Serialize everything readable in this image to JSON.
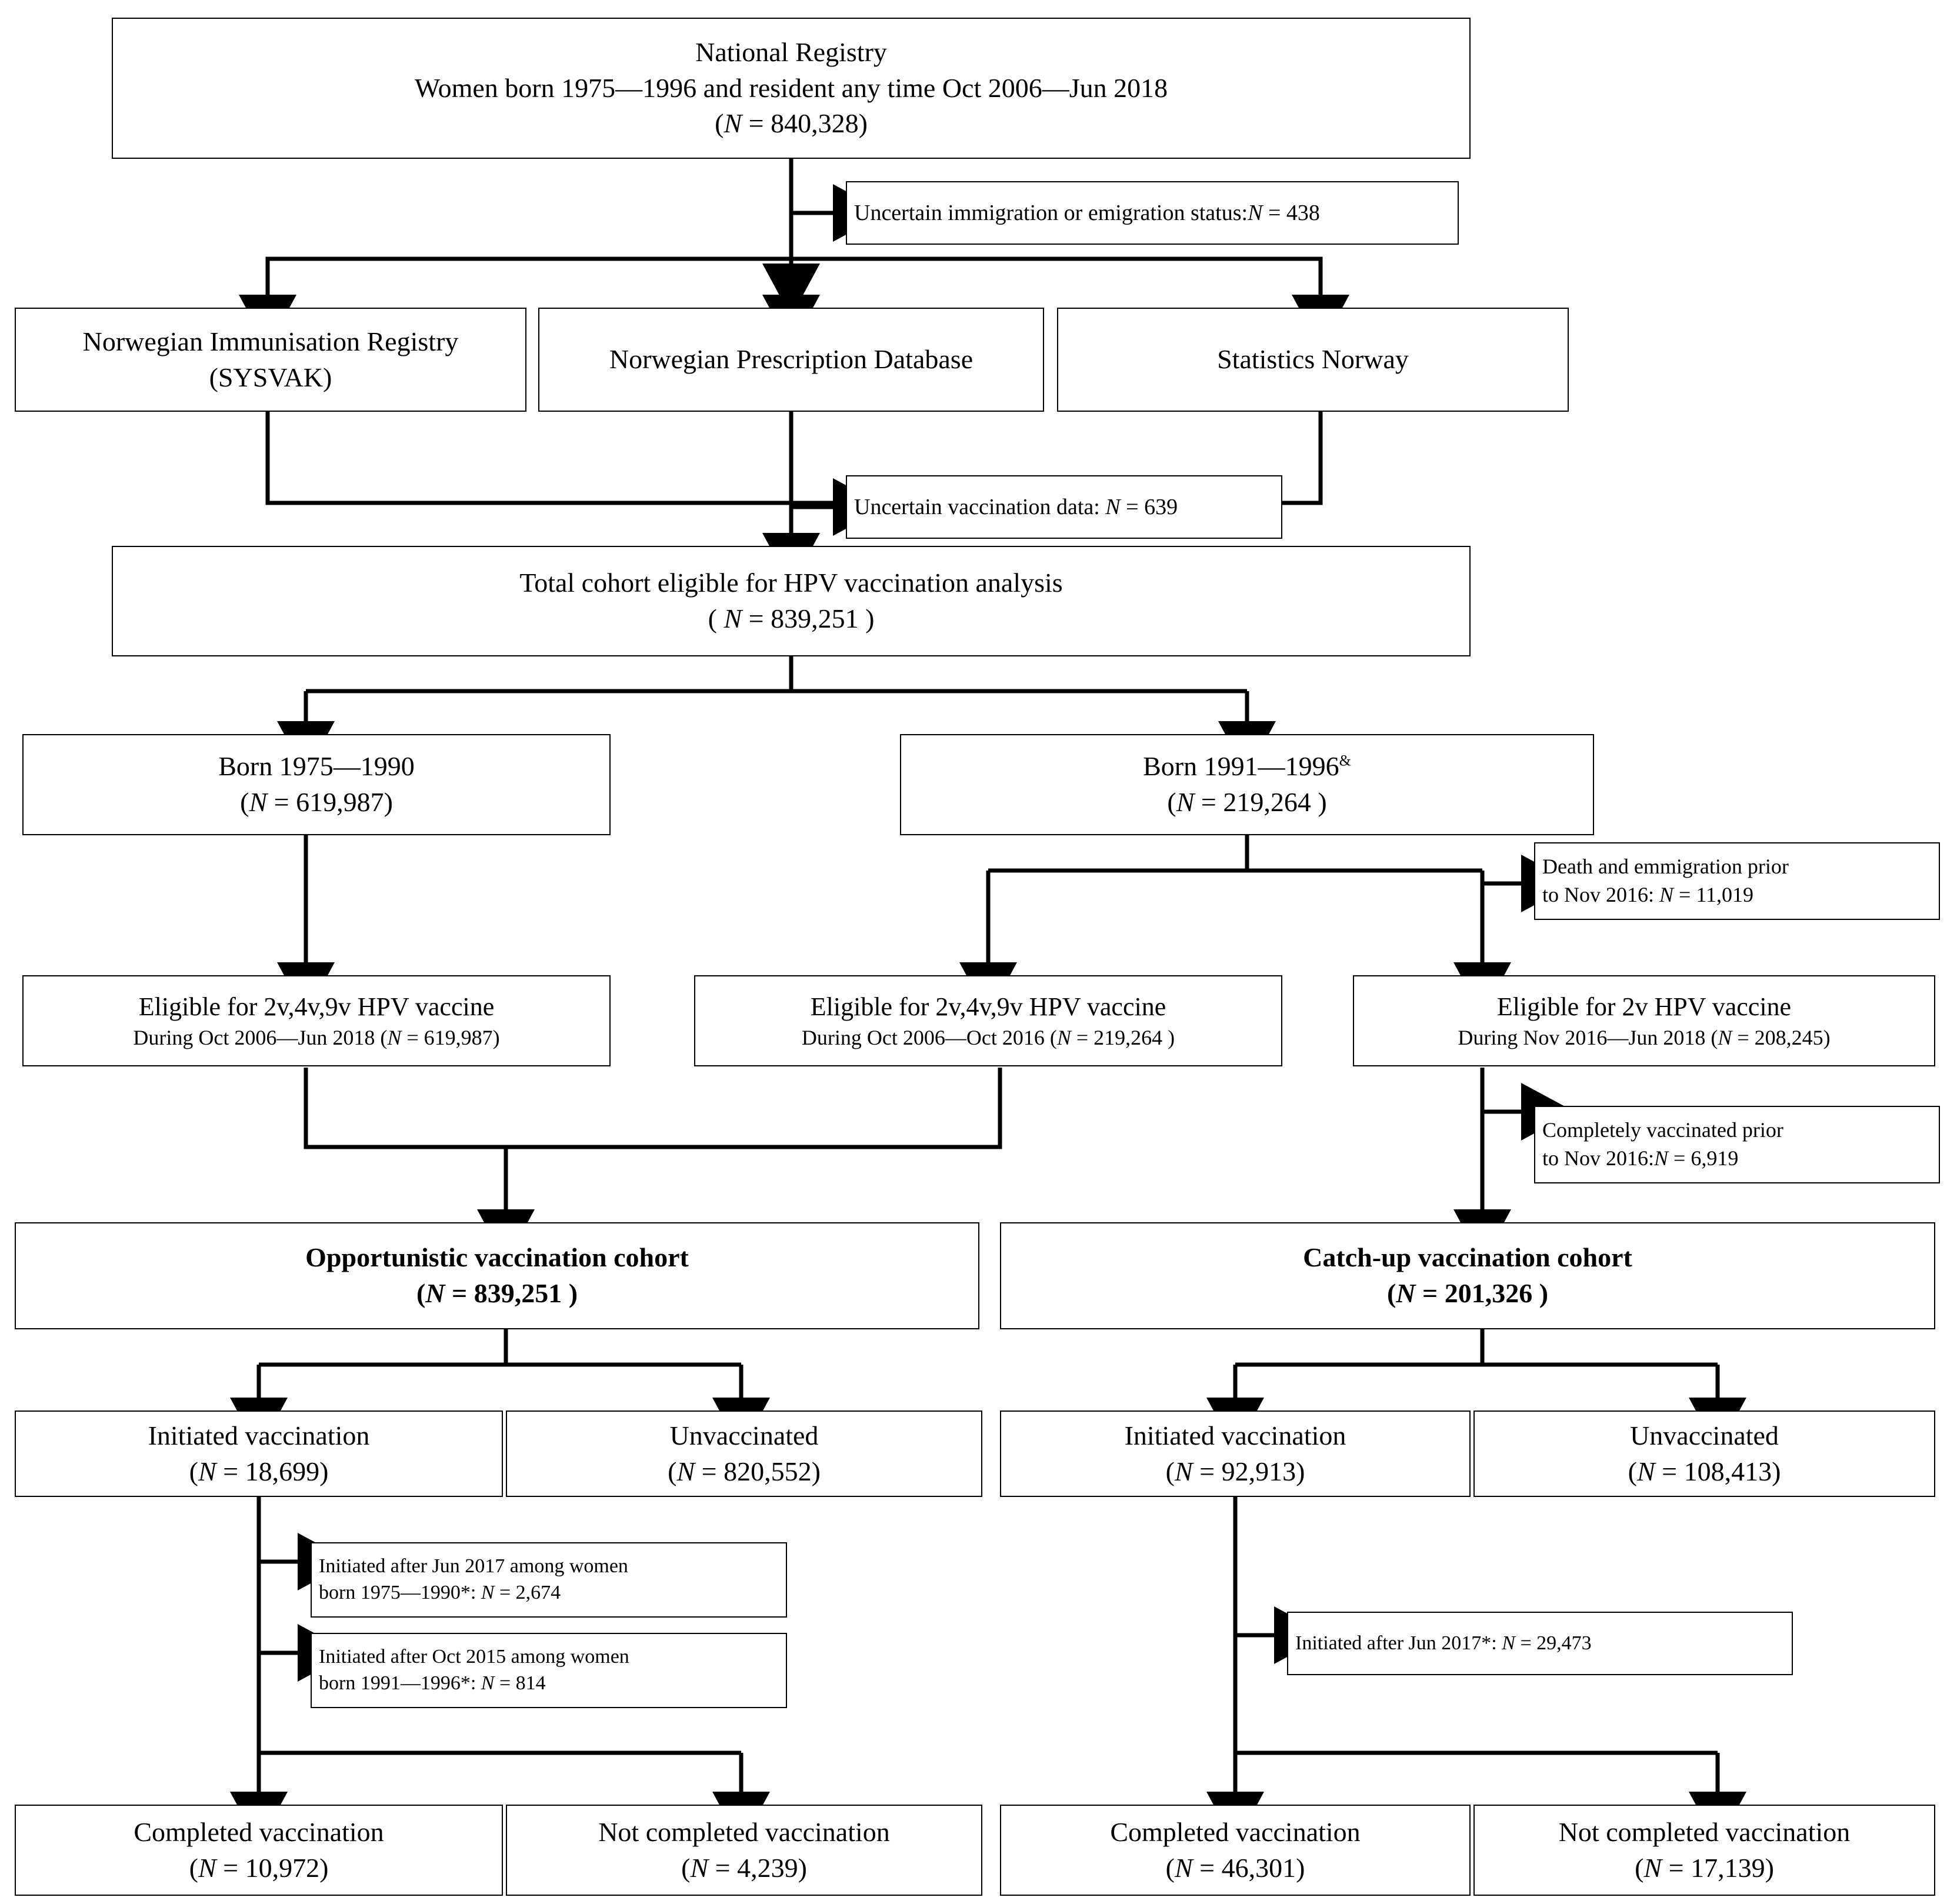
{
  "figure": {
    "type": "flowchart",
    "title": "HPV vaccination cohort flow diagram",
    "background": "#ffffff",
    "line_color": "#000000",
    "text_color": "#000000"
  },
  "nodes": {
    "national_registry": {
      "line1": "National Registry",
      "line2": "Women born 1975—1996 and resident any time  Oct 2006—Jun 2018",
      "line3": "(N = 840,328)"
    },
    "excl_immigration": {
      "line1": "Uncertain immigration or emigration status:N = 438"
    },
    "sysvak": {
      "line1": "Norwegian Immunisation Registry",
      "line2": "(SYSVAK)"
    },
    "prescription_db": {
      "line1": "Norwegian Prescription Database"
    },
    "statistics_norway": {
      "line1": "Statistics Norway"
    },
    "excl_vaccination_data": {
      "line1": "Uncertain vaccination data: N = 639"
    },
    "total_cohort": {
      "line1": "Total cohort eligible for HPV vaccination analysis",
      "line2": "( N = 839,251 )"
    },
    "born_1975_1990": {
      "line1": "Born 1975—1990",
      "line2": "(N = 619,987)"
    },
    "born_1991_1996": {
      "line1": "Born 1991—1996",
      "superscript": "&",
      "line2": "(N = 219,264 )"
    },
    "excl_death_emigration": {
      "line1": "Death and emmigration prior",
      "line2": "to Nov 2016: N = 11,019"
    },
    "eligible_left": {
      "line1": "Eligible for 2v,4v,9v HPV vaccine",
      "line2": "During Oct 2006—Jun 2018 (N = 619,987)"
    },
    "eligible_mid": {
      "line1": "Eligible for 2v,4v,9v HPV vaccine",
      "line2": "During Oct 2006—Oct 2016 (N = 219,264 )"
    },
    "eligible_right": {
      "line1": "Eligible for 2v HPV vaccine",
      "line2": "During Nov 2016—Jun 2018 (N = 208,245)"
    },
    "excl_completely_vaccinated": {
      "line1": "Completely vaccinated prior",
      "line2": "to Nov 2016:N = 6,919"
    },
    "opportunistic_cohort": {
      "line1": "Opportunistic vaccination cohort",
      "line2": "(N = 839,251 )"
    },
    "catchup_cohort": {
      "line1": "Catch-up vaccination cohort",
      "line2": "(N = 201,326 )"
    },
    "opp_initiated": {
      "line1": "Initiated vaccination",
      "line2": "(N = 18,699)"
    },
    "opp_unvaccinated": {
      "line1": "Unvaccinated",
      "line2": "(N = 820,552)"
    },
    "catch_initiated": {
      "line1": "Initiated vaccination",
      "line2": "(N = 92,913)"
    },
    "catch_unvaccinated": {
      "line1": "Unvaccinated",
      "line2": "(N = 108,413)"
    },
    "excl_opp_jun2017": {
      "line1": "Initiated after Jun 2017 among women",
      "line2": "born 1975—1990*:  N = 2,674"
    },
    "excl_opp_oct2015": {
      "line1": "Initiated after Oct 2015 among women",
      "line2": "born 1991—1996*:  N = 814"
    },
    "excl_catch_jun2017": {
      "line1": "Initiated after Jun 2017*: N = 29,473"
    },
    "opp_completed": {
      "line1": "Completed vaccination",
      "line2": "(N = 10,972)"
    },
    "opp_not_completed": {
      "line1": "Not completed vaccination",
      "line2": "(N = 4,239)"
    },
    "catch_completed": {
      "line1": "Completed vaccination",
      "line2": "(N = 46,301)"
    },
    "catch_not_completed": {
      "line1": "Not completed vaccination",
      "line2": "(N = 17,139)"
    }
  }
}
